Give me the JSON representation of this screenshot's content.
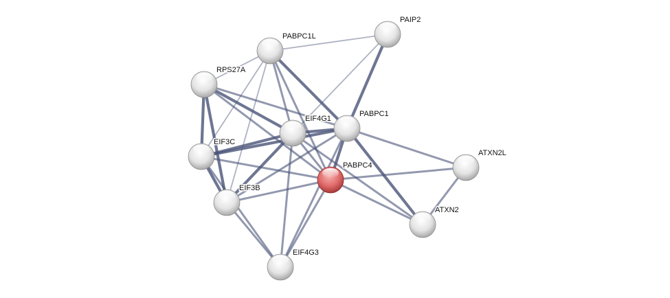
{
  "network": {
    "query_node": "PABPC4",
    "colors": {
      "query_node": "#e06666",
      "node": "#e6e6e6",
      "edge": "#4a5478"
    },
    "nodes": [
      "PAIP2",
      "PABPC1L",
      "RPS27A",
      "EIF4G1",
      "PABPC1",
      "EIF3C",
      "PABPC4",
      "ATXN2L",
      "EIF3B",
      "ATXN2",
      "EIF4G3"
    ],
    "edges": [
      {
        "source": "PABPC1L",
        "target": "PAIP2",
        "strength": 1
      },
      {
        "source": "PABPC1L",
        "target": "RPS27A",
        "strength": 1
      },
      {
        "source": "PABPC1L",
        "target": "EIF3C",
        "strength": 1
      },
      {
        "source": "PABPC1L",
        "target": "EIF3B",
        "strength": 1
      },
      {
        "source": "PABPC1L",
        "target": "EIF4G1",
        "strength": 2
      },
      {
        "source": "PABPC1L",
        "target": "PABPC4",
        "strength": 2
      },
      {
        "source": "PABPC1L",
        "target": "PABPC1",
        "strength": 3
      },
      {
        "source": "PAIP2",
        "target": "PABPC1",
        "strength": 3
      },
      {
        "source": "PAIP2",
        "target": "EIF4G1",
        "strength": 1
      },
      {
        "source": "RPS27A",
        "target": "EIF3C",
        "strength": 3
      },
      {
        "source": "RPS27A",
        "target": "EIF3B",
        "strength": 3
      },
      {
        "source": "RPS27A",
        "target": "EIF4G1",
        "strength": 3
      },
      {
        "source": "RPS27A",
        "target": "PABPC1",
        "strength": 2
      },
      {
        "source": "RPS27A",
        "target": "PABPC4",
        "strength": 2
      },
      {
        "source": "EIF3C",
        "target": "EIF4G1",
        "strength": 3
      },
      {
        "source": "EIF3C",
        "target": "PABPC1",
        "strength": 3
      },
      {
        "source": "EIF3C",
        "target": "EIF3B",
        "strength": 3
      },
      {
        "source": "EIF3C",
        "target": "PABPC4",
        "strength": 2
      },
      {
        "source": "EIF3C",
        "target": "EIF4G3",
        "strength": 2
      },
      {
        "source": "EIF3B",
        "target": "EIF4G1",
        "strength": 3
      },
      {
        "source": "EIF3B",
        "target": "PABPC1",
        "strength": 2
      },
      {
        "source": "EIF3B",
        "target": "PABPC4",
        "strength": 2
      },
      {
        "source": "EIF3B",
        "target": "EIF4G3",
        "strength": 2
      },
      {
        "source": "EIF4G1",
        "target": "PABPC1",
        "strength": 3
      },
      {
        "source": "EIF4G1",
        "target": "PABPC4",
        "strength": 2
      },
      {
        "source": "EIF4G1",
        "target": "EIF4G3",
        "strength": 2
      },
      {
        "source": "EIF4G1",
        "target": "ATXN2",
        "strength": 2
      },
      {
        "source": "PABPC1",
        "target": "PABPC4",
        "strength": 3
      },
      {
        "source": "PABPC1",
        "target": "ATXN2",
        "strength": 3
      },
      {
        "source": "PABPC1",
        "target": "ATXN2L",
        "strength": 2
      },
      {
        "source": "PABPC1",
        "target": "EIF4G3",
        "strength": 2
      },
      {
        "source": "PABPC4",
        "target": "ATXN2L",
        "strength": 2
      },
      {
        "source": "PABPC4",
        "target": "ATXN2",
        "strength": 2
      },
      {
        "source": "PABPC4",
        "target": "EIF4G3",
        "strength": 2
      },
      {
        "source": "ATXN2",
        "target": "ATXN2L",
        "strength": 2
      }
    ]
  }
}
